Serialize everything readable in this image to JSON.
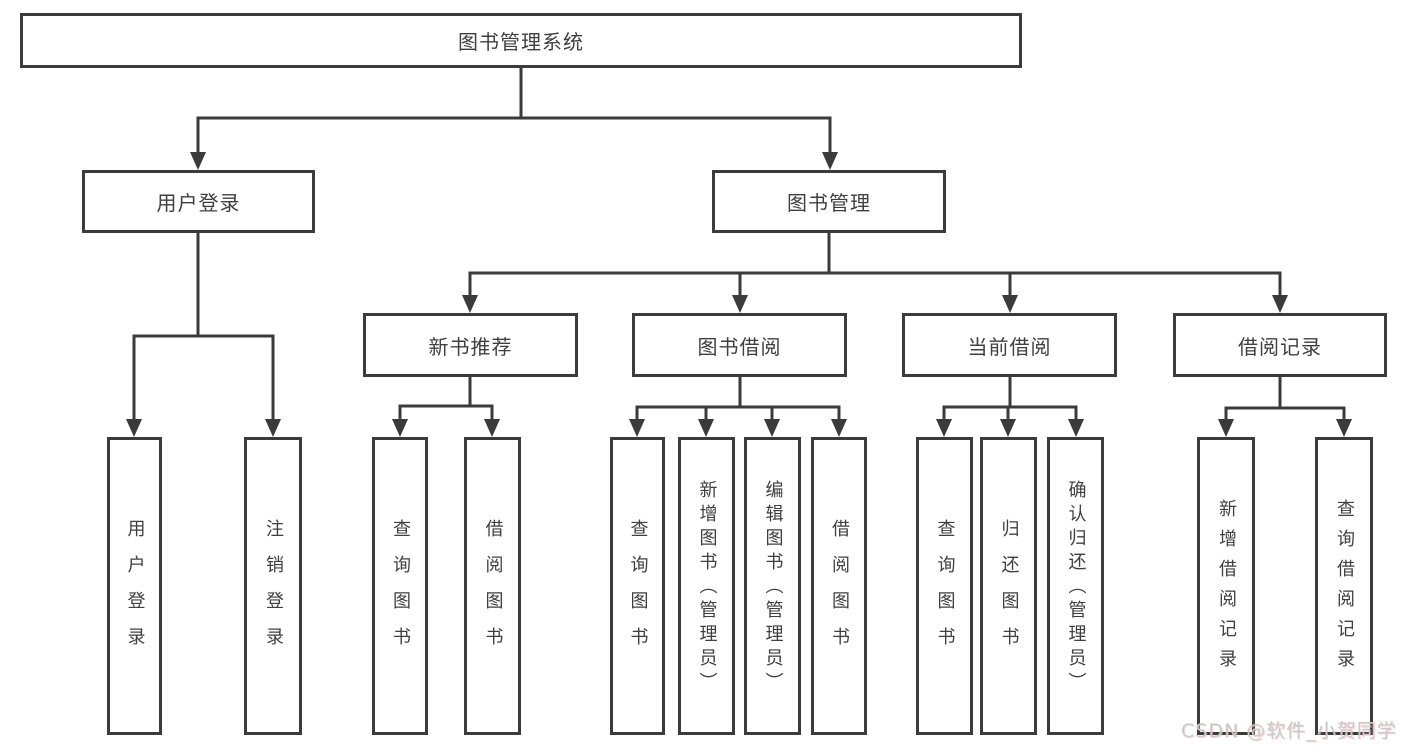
{
  "tree": {
    "label": "图书管理系统",
    "children": [
      {
        "label": "用户登录",
        "children": [
          {
            "label": "用户登录"
          },
          {
            "label": "注销登录"
          }
        ]
      },
      {
        "label": "图书管理",
        "children": [
          {
            "label": "新书推荐",
            "children": [
              {
                "label": "查询图书"
              },
              {
                "label": "借阅图书"
              }
            ]
          },
          {
            "label": "图书借阅",
            "children": [
              {
                "label": "查询图书"
              },
              {
                "label": "新增图书（管理员）"
              },
              {
                "label": "编辑图书（管理员）"
              },
              {
                "label": "借阅图书"
              }
            ]
          },
          {
            "label": "当前借阅",
            "children": [
              {
                "label": "查询图书"
              },
              {
                "label": "归还图书"
              },
              {
                "label": "确认归还（管理员）"
              }
            ]
          },
          {
            "label": "借阅记录",
            "children": [
              {
                "label": "新增借阅记录"
              },
              {
                "label": "查询借阅记录"
              }
            ]
          }
        ]
      }
    ]
  },
  "watermark": "CSDN @软件_小贺同学",
  "colors": {
    "line": "#3b3b3b",
    "text": "#3f3f3f",
    "watermark_text": "#c9c9c9",
    "background": "#ffffff"
  }
}
